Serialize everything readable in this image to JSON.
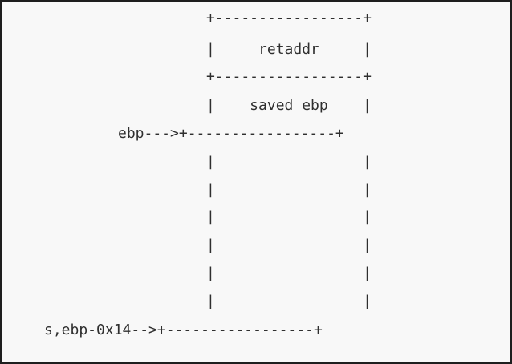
{
  "diagram": {
    "lines": [
      "                     +-----------------+",
      "                     |     retaddr     |",
      "                     +-----------------+",
      "                     |    saved ebp    |",
      "          ebp--->+-----------------+",
      "                     |                 |",
      "                     |                 |",
      "                     |                 |",
      "                     |                 |",
      "                     |                 |",
      "                     |                 |",
      "   s,ebp-0x14-->+-----------------+"
    ]
  }
}
